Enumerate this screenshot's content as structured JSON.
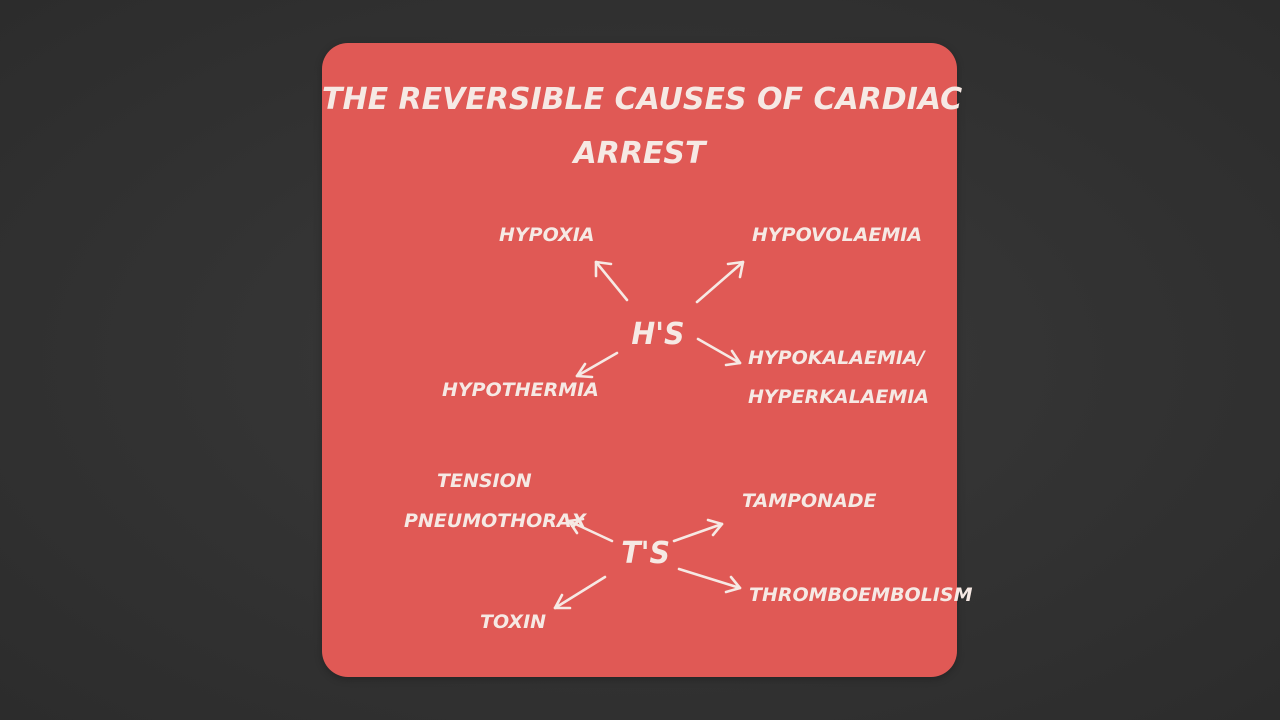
{
  "title": {
    "line1": "THE REVERSIBLE CAUSES OF CARDIAC",
    "line2": "ARREST"
  },
  "hs": {
    "hub": "H'S",
    "hypoxia": "HYPOXIA",
    "hypovolaemia": "HYPOVOLAEMIA",
    "hypothermia": "HYPOTHERMIA",
    "kalaemia_line1": "HYPOKALAEMIA/",
    "kalaemia_line2": "HYPERKALAEMIA"
  },
  "ts": {
    "hub": "T'S",
    "tension_line1": "TENSION",
    "tension_line2": "PNEUMOTHORAX",
    "tamponade": "TAMPONADE",
    "toxin": "TOXIN",
    "thromboembolism": "THROMBOEMBOLISM"
  },
  "colors": {
    "background": "#323232",
    "card": "#e05955",
    "text": "#f6e9e4"
  }
}
